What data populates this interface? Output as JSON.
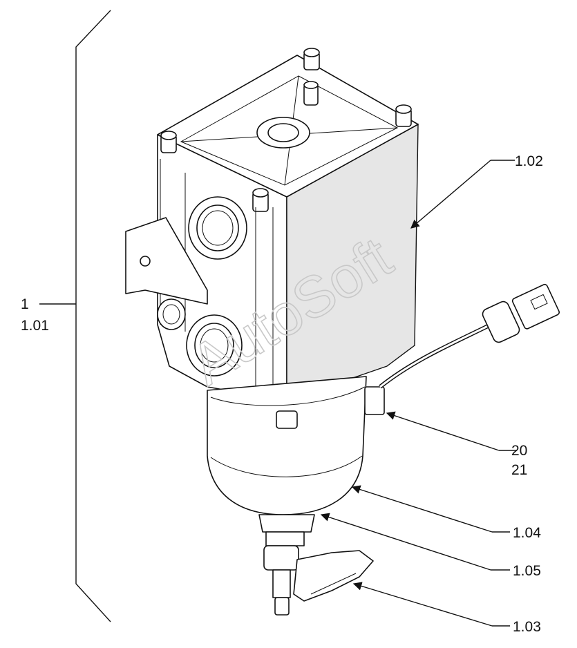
{
  "labels": {
    "l1": "1",
    "l101": "1.01",
    "l102": "1.02",
    "l20": "20",
    "l21": "21",
    "l104": "1.04",
    "l105": "1.05",
    "l103": "1.03"
  },
  "watermark": "AutoSoft",
  "colors": {
    "line": "#111111",
    "shade": "#d4d4d4",
    "watermark": "#c8c8c8"
  }
}
